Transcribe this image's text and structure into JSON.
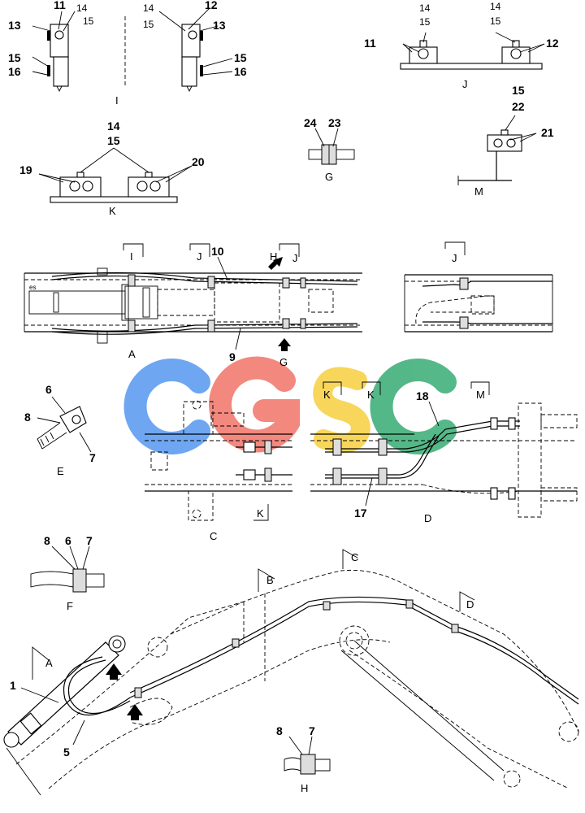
{
  "watermark": {
    "letters": [
      "C",
      "G",
      "S",
      "C"
    ],
    "colors": [
      "#4a90f0",
      "#ef6b5e",
      "#f6cc33",
      "#2aa66a"
    ]
  },
  "view_labels": {
    "I": "I",
    "J": "J",
    "K": "K",
    "M": "M",
    "G": "G",
    "A": "A",
    "C": "C",
    "D": "D",
    "E": "E",
    "F": "F",
    "H": "H",
    "B": "B"
  },
  "part_numbers": {
    "p1": "1",
    "p5": "5",
    "p6": "6",
    "p7": "7",
    "p8": "8",
    "p9": "9",
    "p10": "10",
    "p11": "11",
    "p12": "12",
    "p13": "13",
    "p14": "14",
    "p15": "15",
    "p16": "16",
    "p17": "17",
    "p18": "18",
    "p19": "19",
    "p20": "20",
    "p21": "21",
    "p22": "22",
    "p23": "23",
    "p24": "24"
  }
}
